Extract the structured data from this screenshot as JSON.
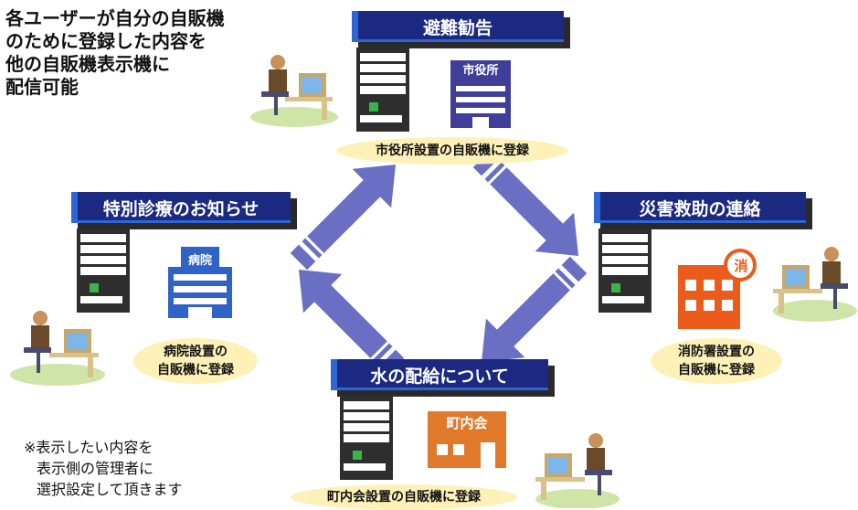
{
  "intro": {
    "lines": [
      "各ユーザーが自分の自販機",
      "のために登録した内容を",
      "他の自販機表示機に",
      "配信可能"
    ]
  },
  "note": {
    "lines": [
      "※表示したい内容を",
      "表示側の管理者に",
      "選択設定して頂きます"
    ]
  },
  "nodes": {
    "top": {
      "title": "避難勧告",
      "building": "市役所",
      "caption_lines": [
        "市役所設置の自販機に登録"
      ]
    },
    "left": {
      "title": "特別診療のお知らせ",
      "building": "病院",
      "caption_lines": [
        "病院設置の",
        "自販機に登録"
      ]
    },
    "right": {
      "title": "災害救助の連絡",
      "building": "消",
      "caption_lines": [
        "消防署設置の",
        "自販機に登録"
      ]
    },
    "bottom": {
      "title": "水の配給について",
      "building": "町内会",
      "caption_lines": [
        "町内会設置の自販機に登録"
      ]
    }
  },
  "colors": {
    "title_bg": "#1b2a80",
    "arrow": "#6a6fc4",
    "caption_bg": "#fdf1b8",
    "city_hall": "#3f3f9a",
    "hospital": "#2f63c8",
    "fire_station": "#ea5b1c",
    "community_hall": "#e07a2a",
    "vending_machine": "#2e2e2e"
  },
  "icons": [
    "vending-machine-icon",
    "city-hall-icon",
    "hospital-icon",
    "fire-station-icon",
    "community-hall-icon",
    "user-at-computer-icon",
    "flow-arrow-icon"
  ]
}
